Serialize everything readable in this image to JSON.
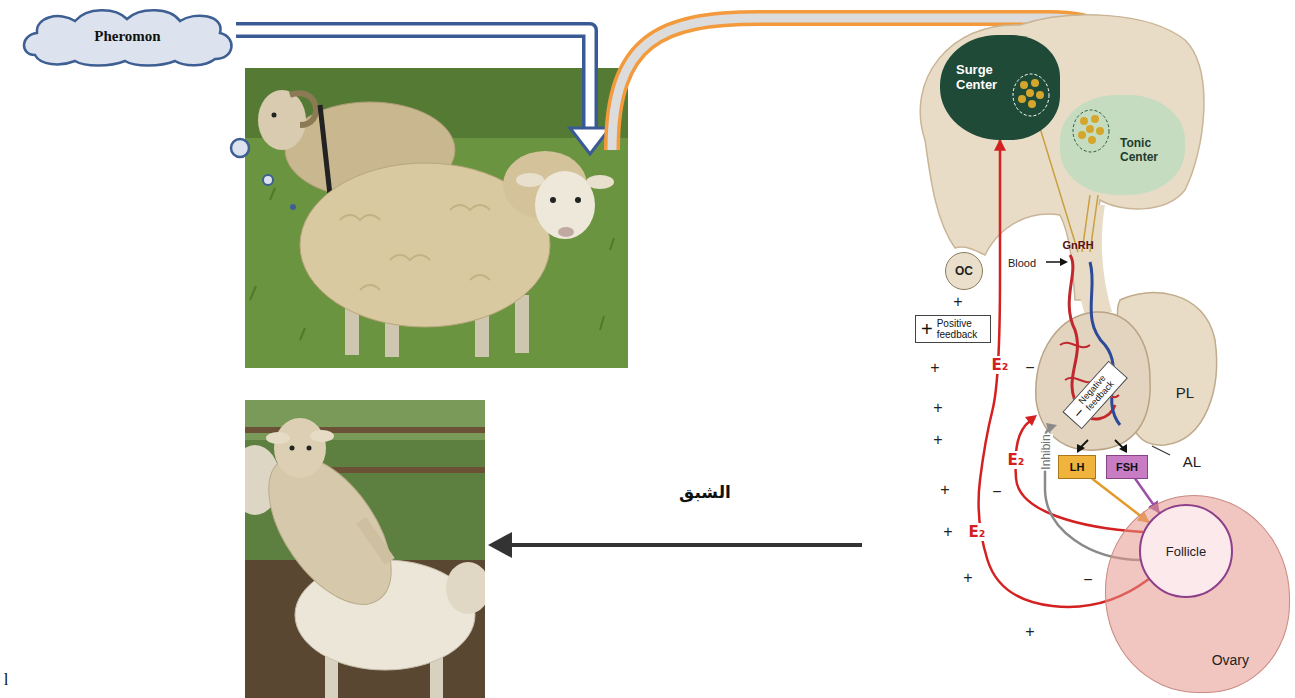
{
  "diagram": {
    "nodes": [
      {
        "text": [
          "Pheromon"
        ]
      },
      {
        "text": [
          "Surge Center"
        ]
      },
      {
        "text": [
          "Tonic Center"
        ]
      },
      {
        "text": [
          "OC"
        ]
      },
      {
        "text": [
          "+",
          "Positive feedback"
        ]
      },
      {
        "text": [
          "−",
          "Negative feedback"
        ]
      },
      {
        "text": [
          "LH"
        ]
      },
      {
        "text": [
          "FSH"
        ]
      },
      {
        "text": [
          "Ovary"
        ]
      },
      {
        "text": [
          "Follicle"
        ],
        "in": 8
      }
    ],
    "edges": [
      {
        "from": 6,
        "to": 9,
        "arrow": "to"
      },
      {
        "from": 7,
        "to": 9,
        "arrow": "to"
      },
      {
        "from": 9,
        "to": 1,
        "arrow": "to"
      }
    ],
    "labels": [
      "Blood",
      "GnRH",
      "PL",
      "AL",
      "E₂",
      "E₂",
      "E₂",
      "Inhibin",
      "+",
      "+",
      "+",
      "+",
      "+",
      "+",
      "+",
      "+",
      "−",
      "−",
      "−",
      "الشبق",
      "l"
    ]
  }
}
